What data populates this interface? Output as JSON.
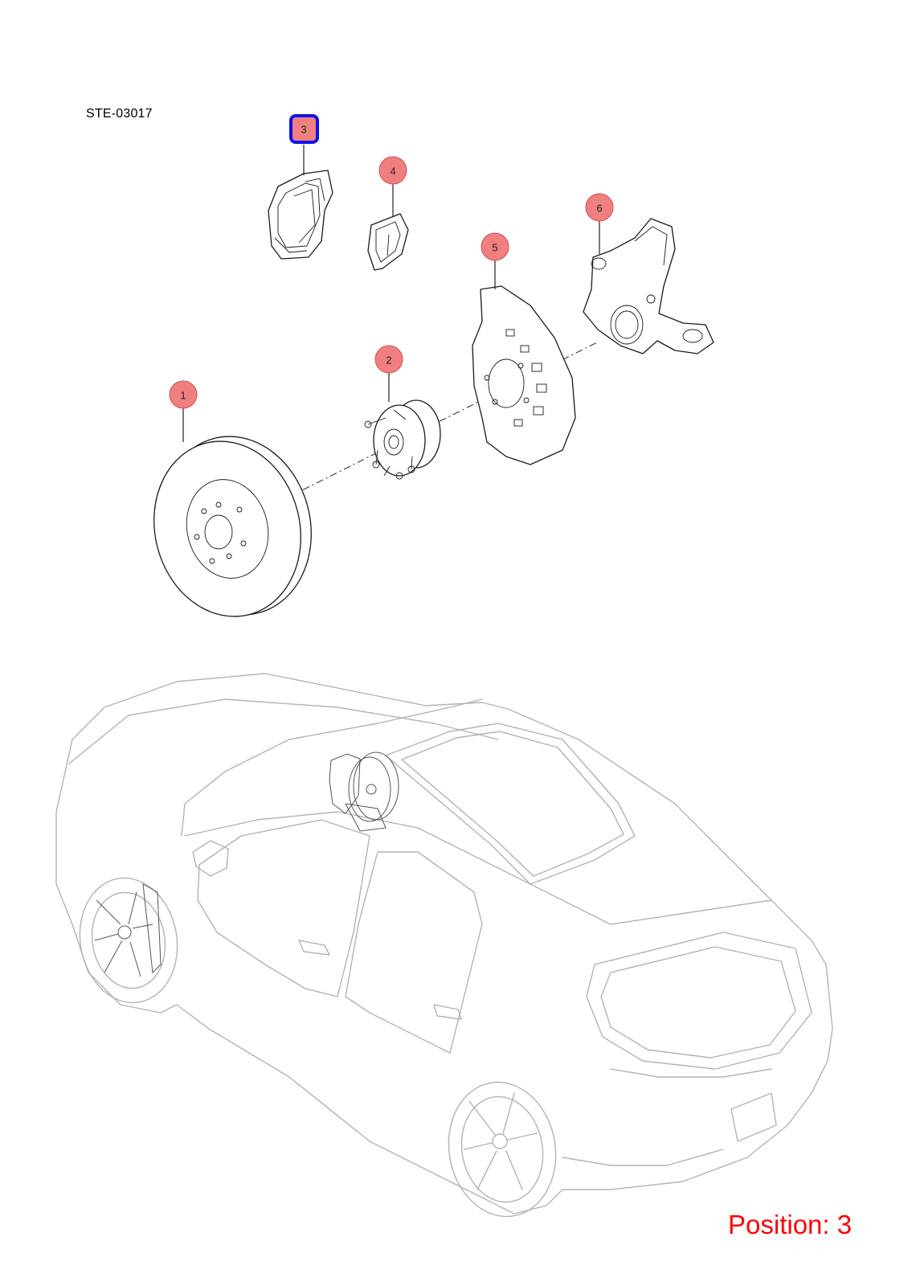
{
  "diagram_code": "STE-03017",
  "position_label": "Position: 3",
  "selected_callout": "3",
  "colors": {
    "callout_fill": "#f08080",
    "selected_outline": "#1010ee",
    "position_text": "#ff0000",
    "car_outline": "#b3b3b3"
  },
  "callouts": [
    {
      "number": "1",
      "part": "brake-disc"
    },
    {
      "number": "2",
      "part": "wheel-hub"
    },
    {
      "number": "3",
      "part": "brake-caliper"
    },
    {
      "number": "4",
      "part": "brake-pad"
    },
    {
      "number": "5",
      "part": "dust-shield"
    },
    {
      "number": "6",
      "part": "steering-knuckle"
    }
  ]
}
